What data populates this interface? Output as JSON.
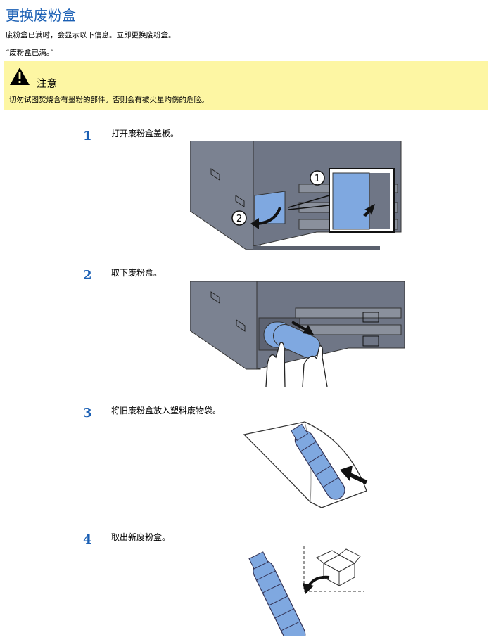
{
  "title": "更换废粉盒",
  "intro": "废粉盒已满时，会显示以下信息。立即更换废粉盒。",
  "message": "“废粉盒已满。”",
  "caution": {
    "heading": "注意",
    "body": "切勿试图焚烧含有墨粉的部件。否则会有被火星灼伤的危险。",
    "icon": "warning-triangle-icon"
  },
  "steps": [
    {
      "number": "1",
      "text": "打开废粉盒盖板。"
    },
    {
      "number": "2",
      "text": "取下废粉盒。"
    },
    {
      "number": "3",
      "text": "将旧废粉盒放入塑料废物袋。"
    },
    {
      "number": "4",
      "text": "取出新废粉盒。"
    }
  ],
  "callouts": [
    "1",
    "2"
  ],
  "colors": {
    "title": "#1a5fb4",
    "caution_bg": "#fdf6a3",
    "machine": "#7b8291",
    "highlight": "#7fa8e0"
  }
}
